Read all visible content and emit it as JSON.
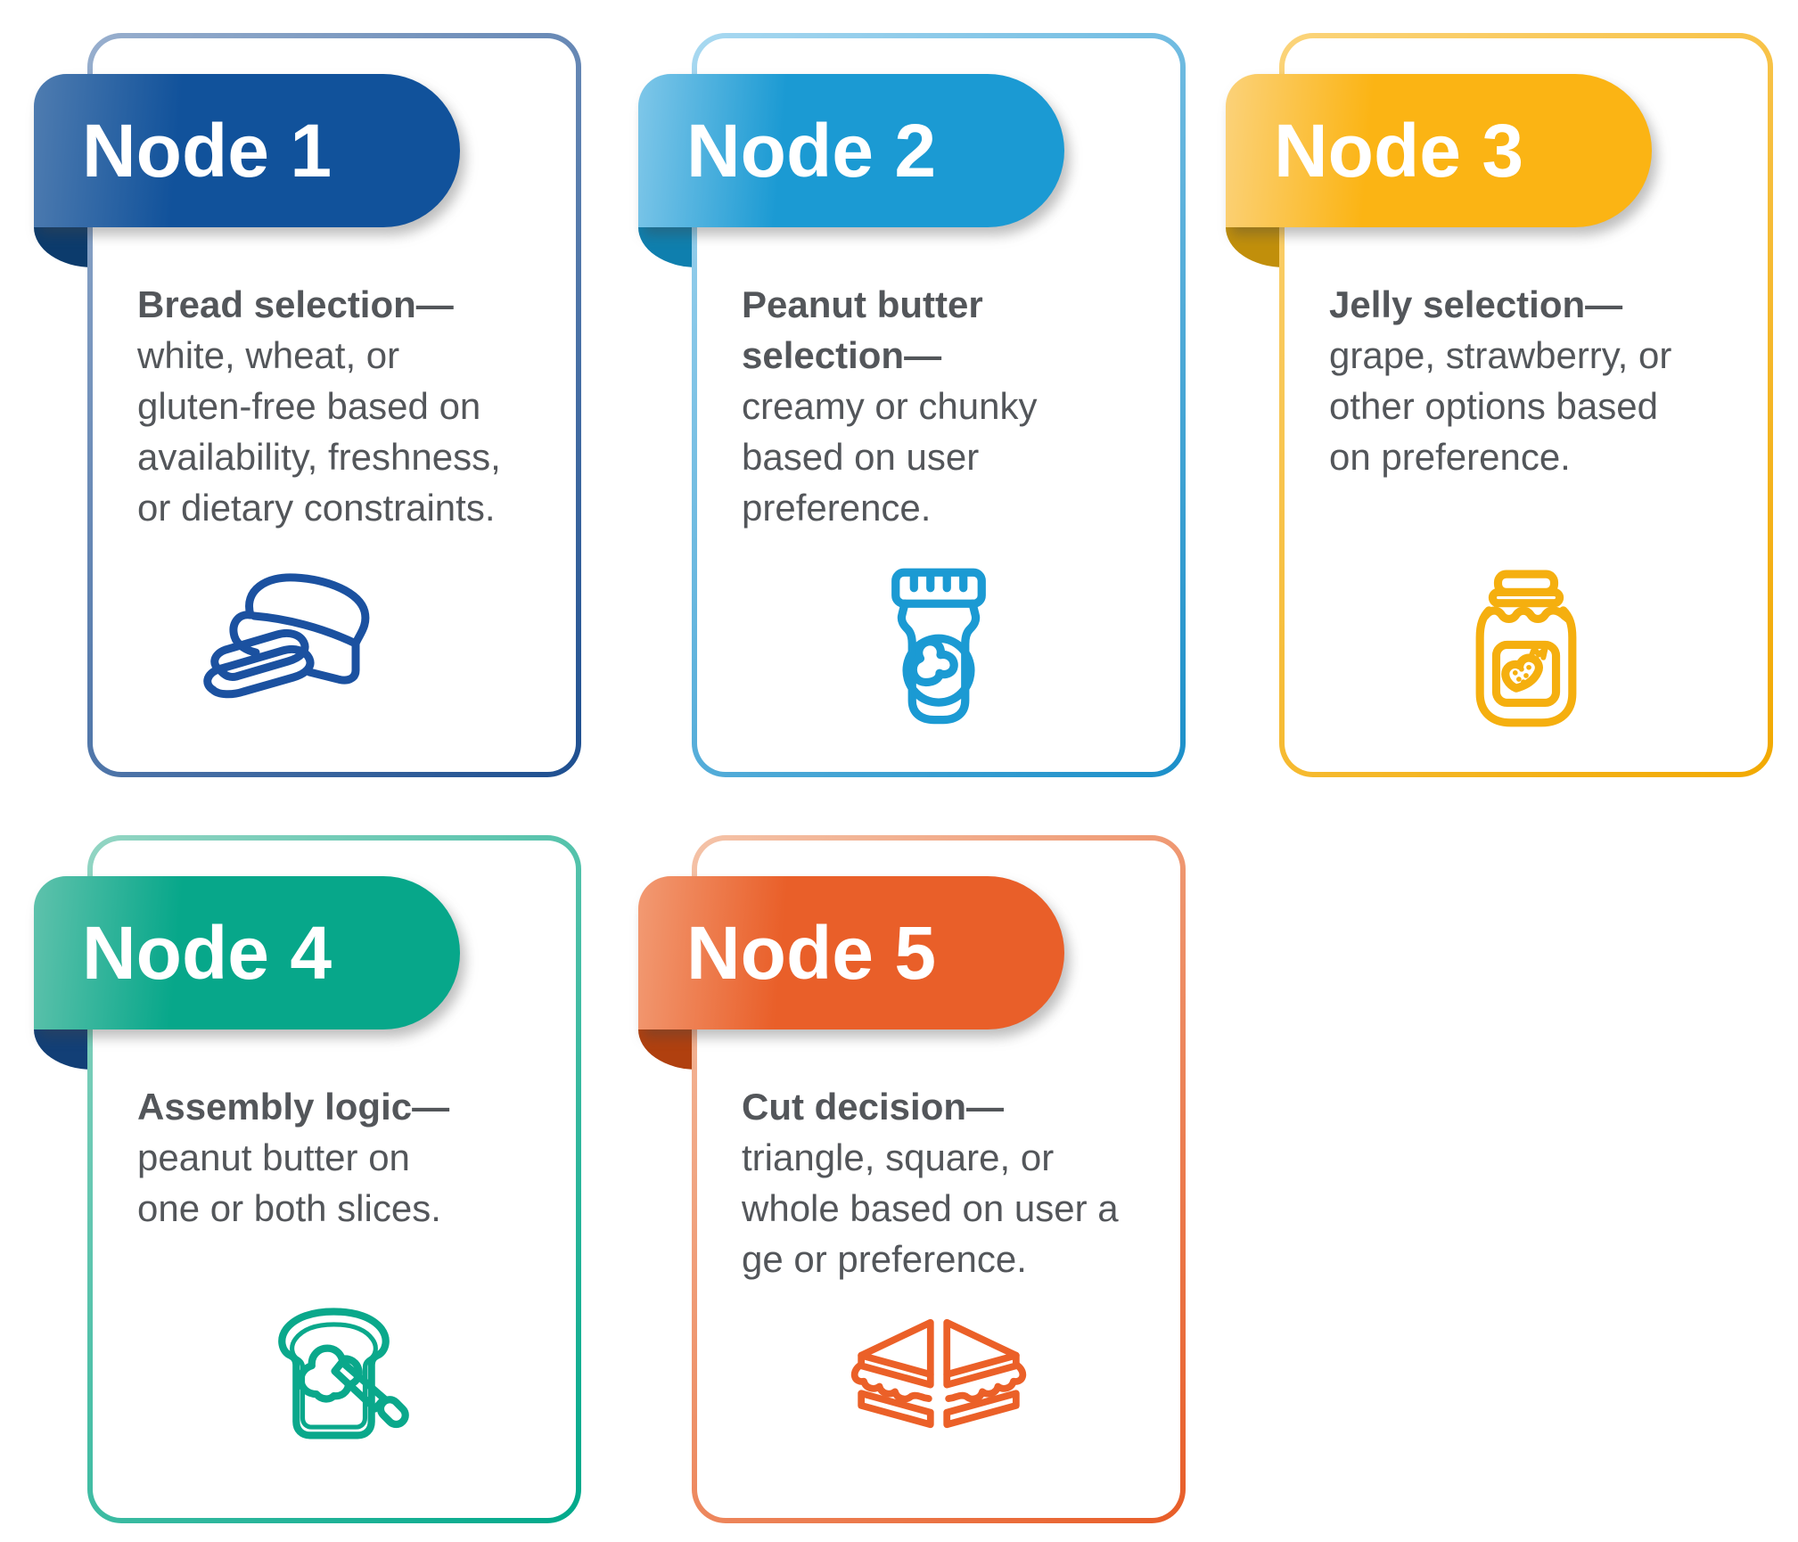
{
  "page": {
    "background": "#ffffff",
    "body_text_color": "#53565A",
    "ribbon_text_color": "#ffffff"
  },
  "cards": [
    {
      "title": "Node 1",
      "lead": "Bread selection—",
      "rest": "\nwhite, wheat, or\ngluten-free based on\navailability, freshness,\nor dietary constraints.",
      "icon": "bread-loaf-icon",
      "colors": {
        "ribbon_from": "#4F7CB0",
        "ribbon_to": "#11529B",
        "fold": "#0C3B6C",
        "border_from": "#98AFCE",
        "border_to": "#1E4F90",
        "icon_stroke": "#1B51A0"
      }
    },
    {
      "title": "Node 2",
      "lead": "Peanut butter\nselection—",
      "rest": "\ncreamy or chunky\nbased on user\npreference.",
      "icon": "peanut-butter-jar-icon",
      "colors": {
        "ribbon_from": "#7FC7E9",
        "ribbon_to": "#1B9AD3",
        "fold": "#0F7FAE",
        "border_from": "#A9D9F1",
        "border_to": "#1B8FC9",
        "icon_stroke": "#1B9AD3"
      }
    },
    {
      "title": "Node 3",
      "lead": "Jelly selection—",
      "rest": "\ngrape, strawberry, or\nother options based\non preference.",
      "icon": "jelly-jar-icon",
      "colors": {
        "ribbon_from": "#FBD27A",
        "ribbon_to": "#FBB414",
        "fold": "#C18F0B",
        "border_from": "#FBD47A",
        "border_to": "#F2A900",
        "icon_stroke": "#F5AF0F"
      }
    },
    {
      "title": "Node 4",
      "lead": "Assembly logic—",
      "rest": "\npeanut butter on\none or both slices.",
      "icon": "bread-spread-knife-icon",
      "colors": {
        "ribbon_from": "#5FC2AC",
        "ribbon_to": "#07A78A",
        "fold": "#123F76",
        "border_from": "#93D5C3",
        "border_to": "#00A98B",
        "icon_stroke": "#0AA88B"
      }
    },
    {
      "title": "Node 5",
      "lead": "Cut decision—",
      "rest": "\ntriangle, square, or\nwhole based on user a\nge or preference.",
      "icon": "cut-sandwich-icon",
      "colors": {
        "ribbon_from": "#F29A73",
        "ribbon_to": "#E95F29",
        "fold": "#B0400F",
        "border_from": "#F4C3A8",
        "border_to": "#E85D28",
        "icon_stroke": "#EB6028"
      }
    }
  ]
}
